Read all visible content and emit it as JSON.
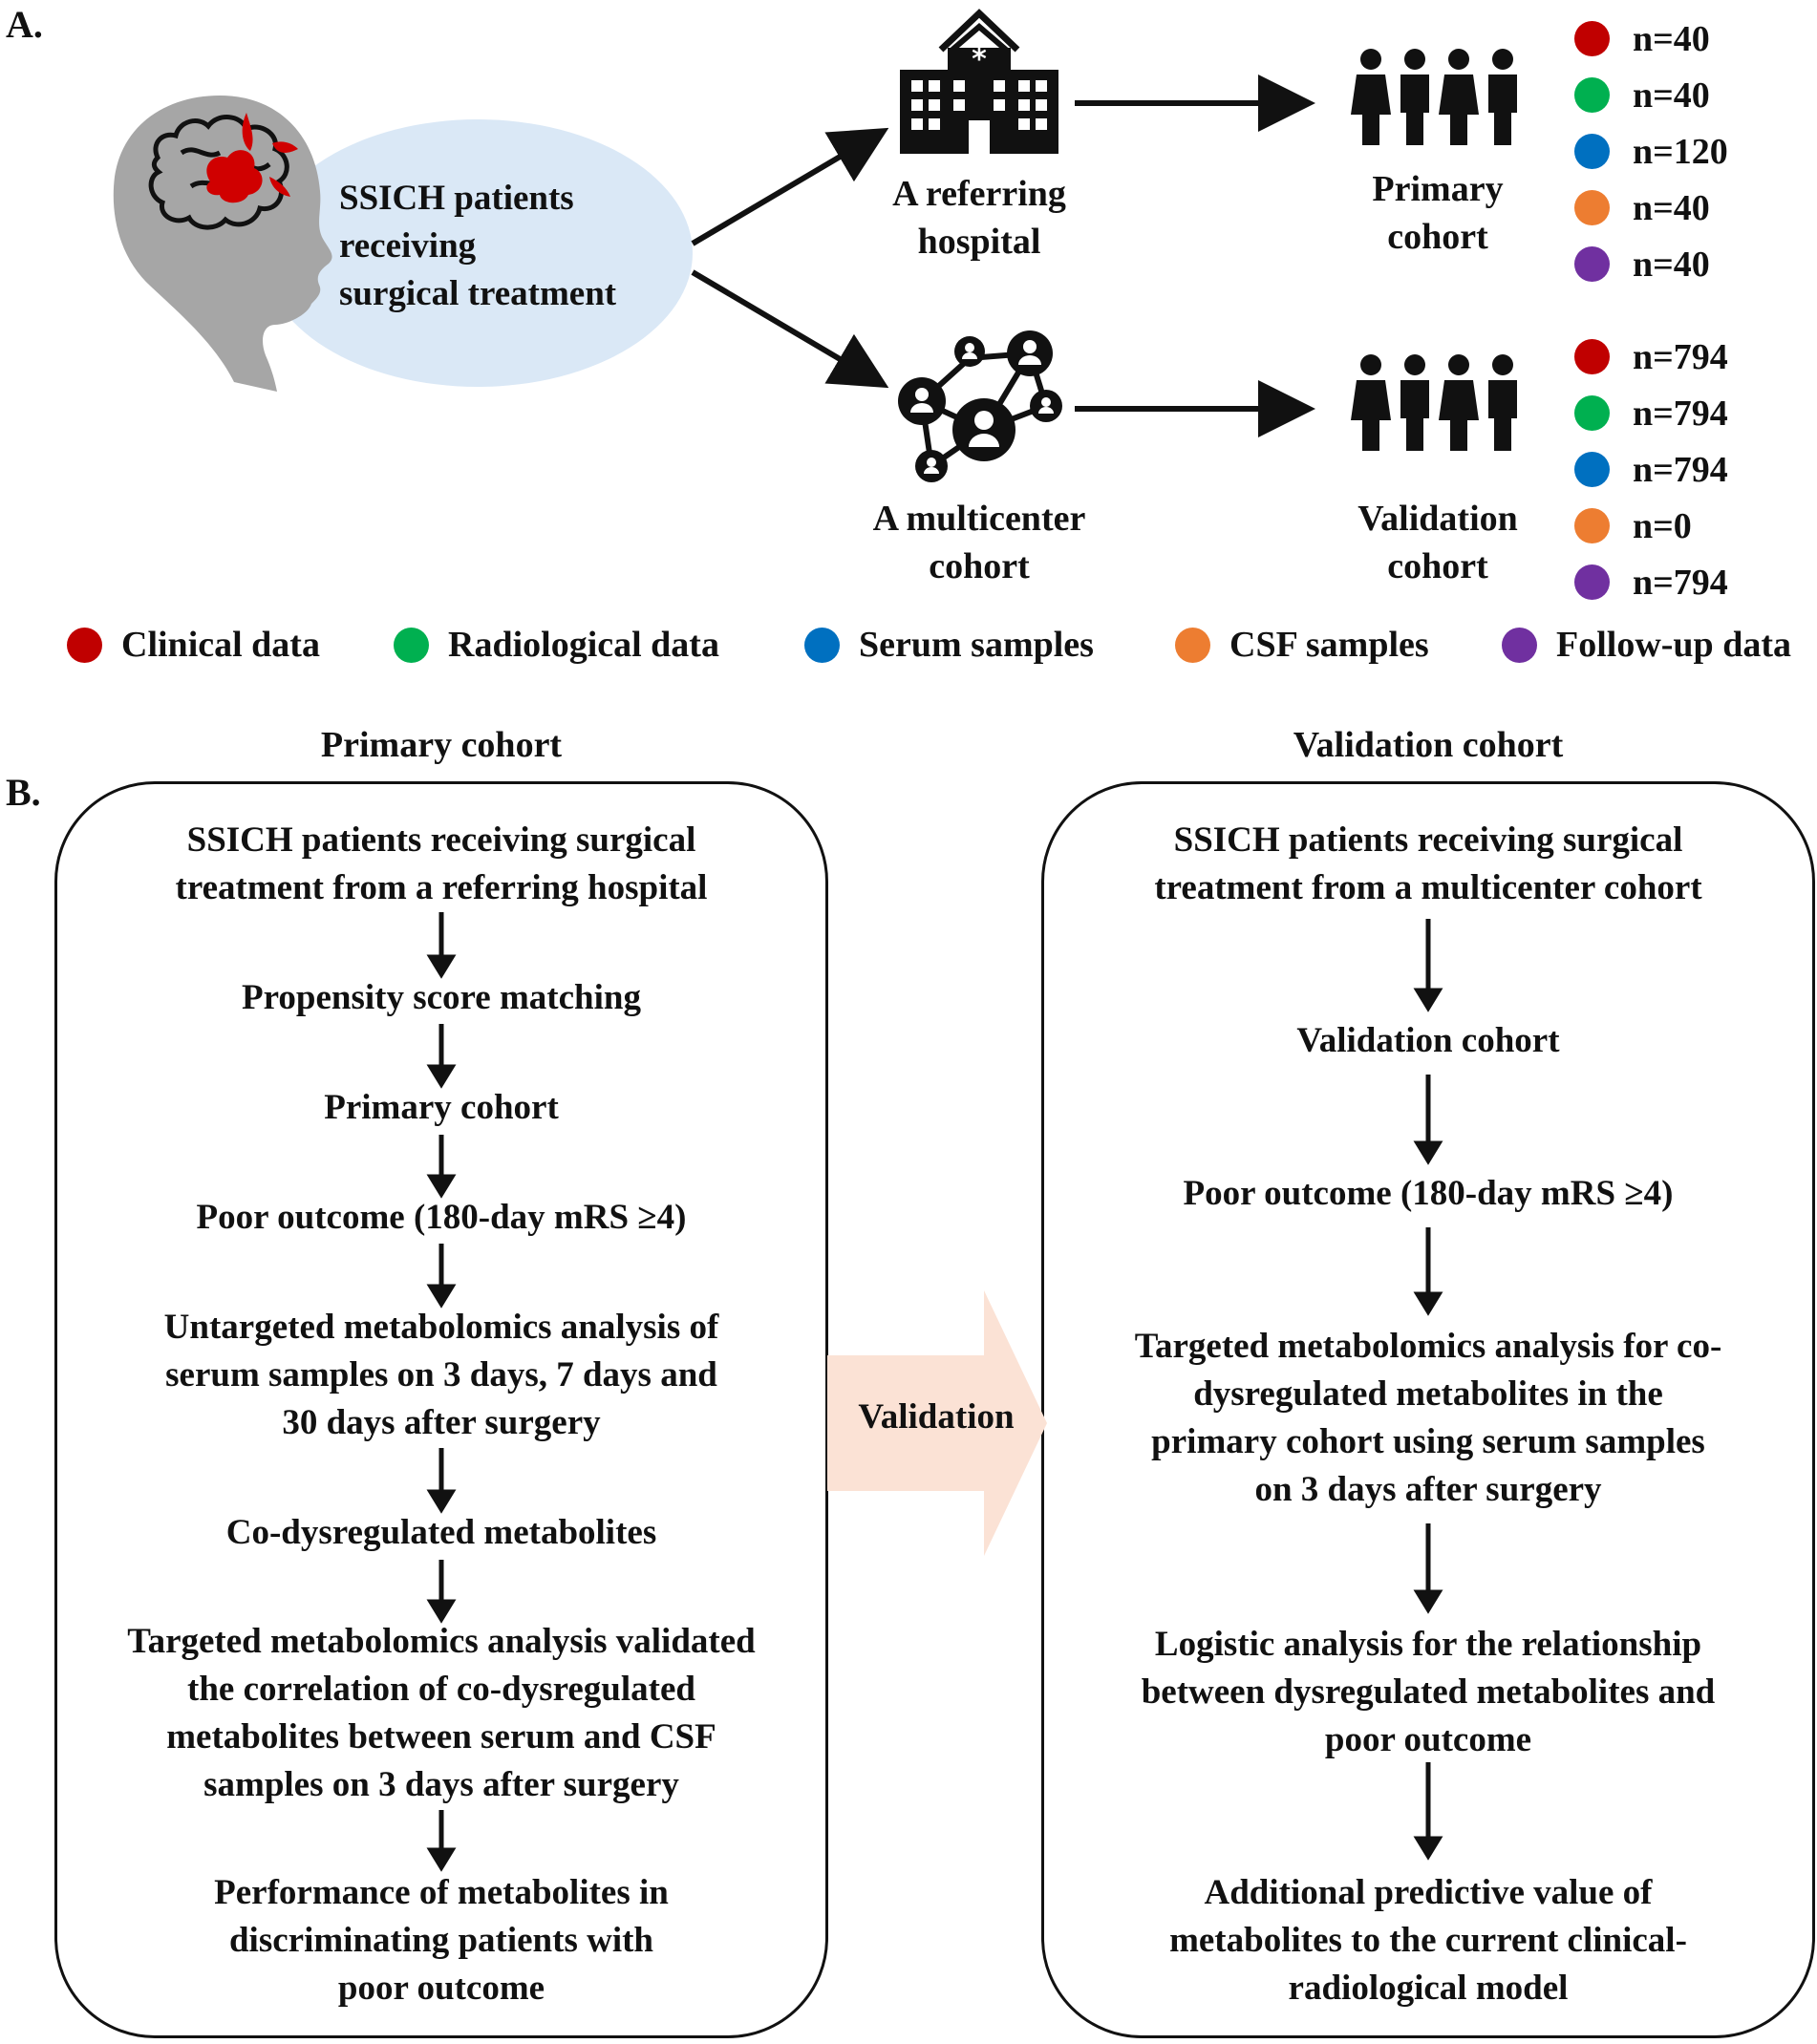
{
  "panel_a": {
    "label": "A.",
    "patients_text": [
      "SSICH patients",
      "receiving",
      "surgical treatment"
    ],
    "referring_label": [
      "A referring",
      "hospital"
    ],
    "multicenter_label": [
      "A multicenter",
      "cohort"
    ],
    "primary_label": [
      "Primary",
      "cohort"
    ],
    "validation_label": [
      "Validation",
      "cohort"
    ],
    "primary_counts": [
      {
        "color": "#c00000",
        "text": "n=40"
      },
      {
        "color": "#00b050",
        "text": "n=40"
      },
      {
        "color": "#0070c0",
        "text": "n=120"
      },
      {
        "color": "#ed7d31",
        "text": "n=40"
      },
      {
        "color": "#7030a0",
        "text": "n=40"
      }
    ],
    "validation_counts": [
      {
        "color": "#c00000",
        "text": "n=794"
      },
      {
        "color": "#00b050",
        "text": "n=794"
      },
      {
        "color": "#0070c0",
        "text": "n=794"
      },
      {
        "color": "#ed7d31",
        "text": "n=0"
      },
      {
        "color": "#7030a0",
        "text": "n=794"
      }
    ],
    "legend": [
      {
        "color": "#c00000",
        "label": "Clinical data"
      },
      {
        "color": "#00b050",
        "label": "Radiological data"
      },
      {
        "color": "#0070c0",
        "label": "Serum samples"
      },
      {
        "color": "#ed7d31",
        "label": "CSF samples"
      },
      {
        "color": "#7030a0",
        "label": "Follow-up data"
      }
    ],
    "icons": [
      "brain-head-icon",
      "hospital-icon",
      "network-icon",
      "people-group-icon"
    ]
  },
  "panel_b": {
    "label": "B.",
    "primary_title": "Primary cohort",
    "validation_title": "Validation cohort",
    "arrow_label": "Validation",
    "primary_steps": [
      [
        "SSICH patients receiving surgical",
        "treatment from a referring hospital"
      ],
      [
        "Propensity score matching"
      ],
      [
        "Primary cohort"
      ],
      [
        "Poor outcome (180-day mRS ≥4)"
      ],
      [
        "Untargeted metabolomics analysis of",
        "serum samples on 3 days, 7 days and",
        "30 days after surgery"
      ],
      [
        "Co-dysregulated metabolites"
      ],
      [
        "Targeted metabolomics analysis validated",
        "the correlation of co-dysregulated",
        "metabolites between serum and CSF",
        "samples on 3 days after surgery"
      ],
      [
        "Performance of metabolites in",
        "discriminating patients with",
        "poor outcome"
      ]
    ],
    "validation_steps": [
      [
        "SSICH patients receiving surgical",
        "treatment from a multicenter cohort"
      ],
      [
        "Validation cohort"
      ],
      [
        "Poor outcome (180-day mRS ≥4)"
      ],
      [
        "Targeted metabolomics analysis for co-",
        "dysregulated metabolites in the",
        "primary cohort using serum samples",
        "on 3 days after surgery"
      ],
      [
        "Logistic analysis for the relationship",
        "between dysregulated metabolites and",
        "poor outcome"
      ],
      [
        "Additional predictive value of",
        "metabolites to the current clinical-",
        "radiological model"
      ]
    ]
  }
}
